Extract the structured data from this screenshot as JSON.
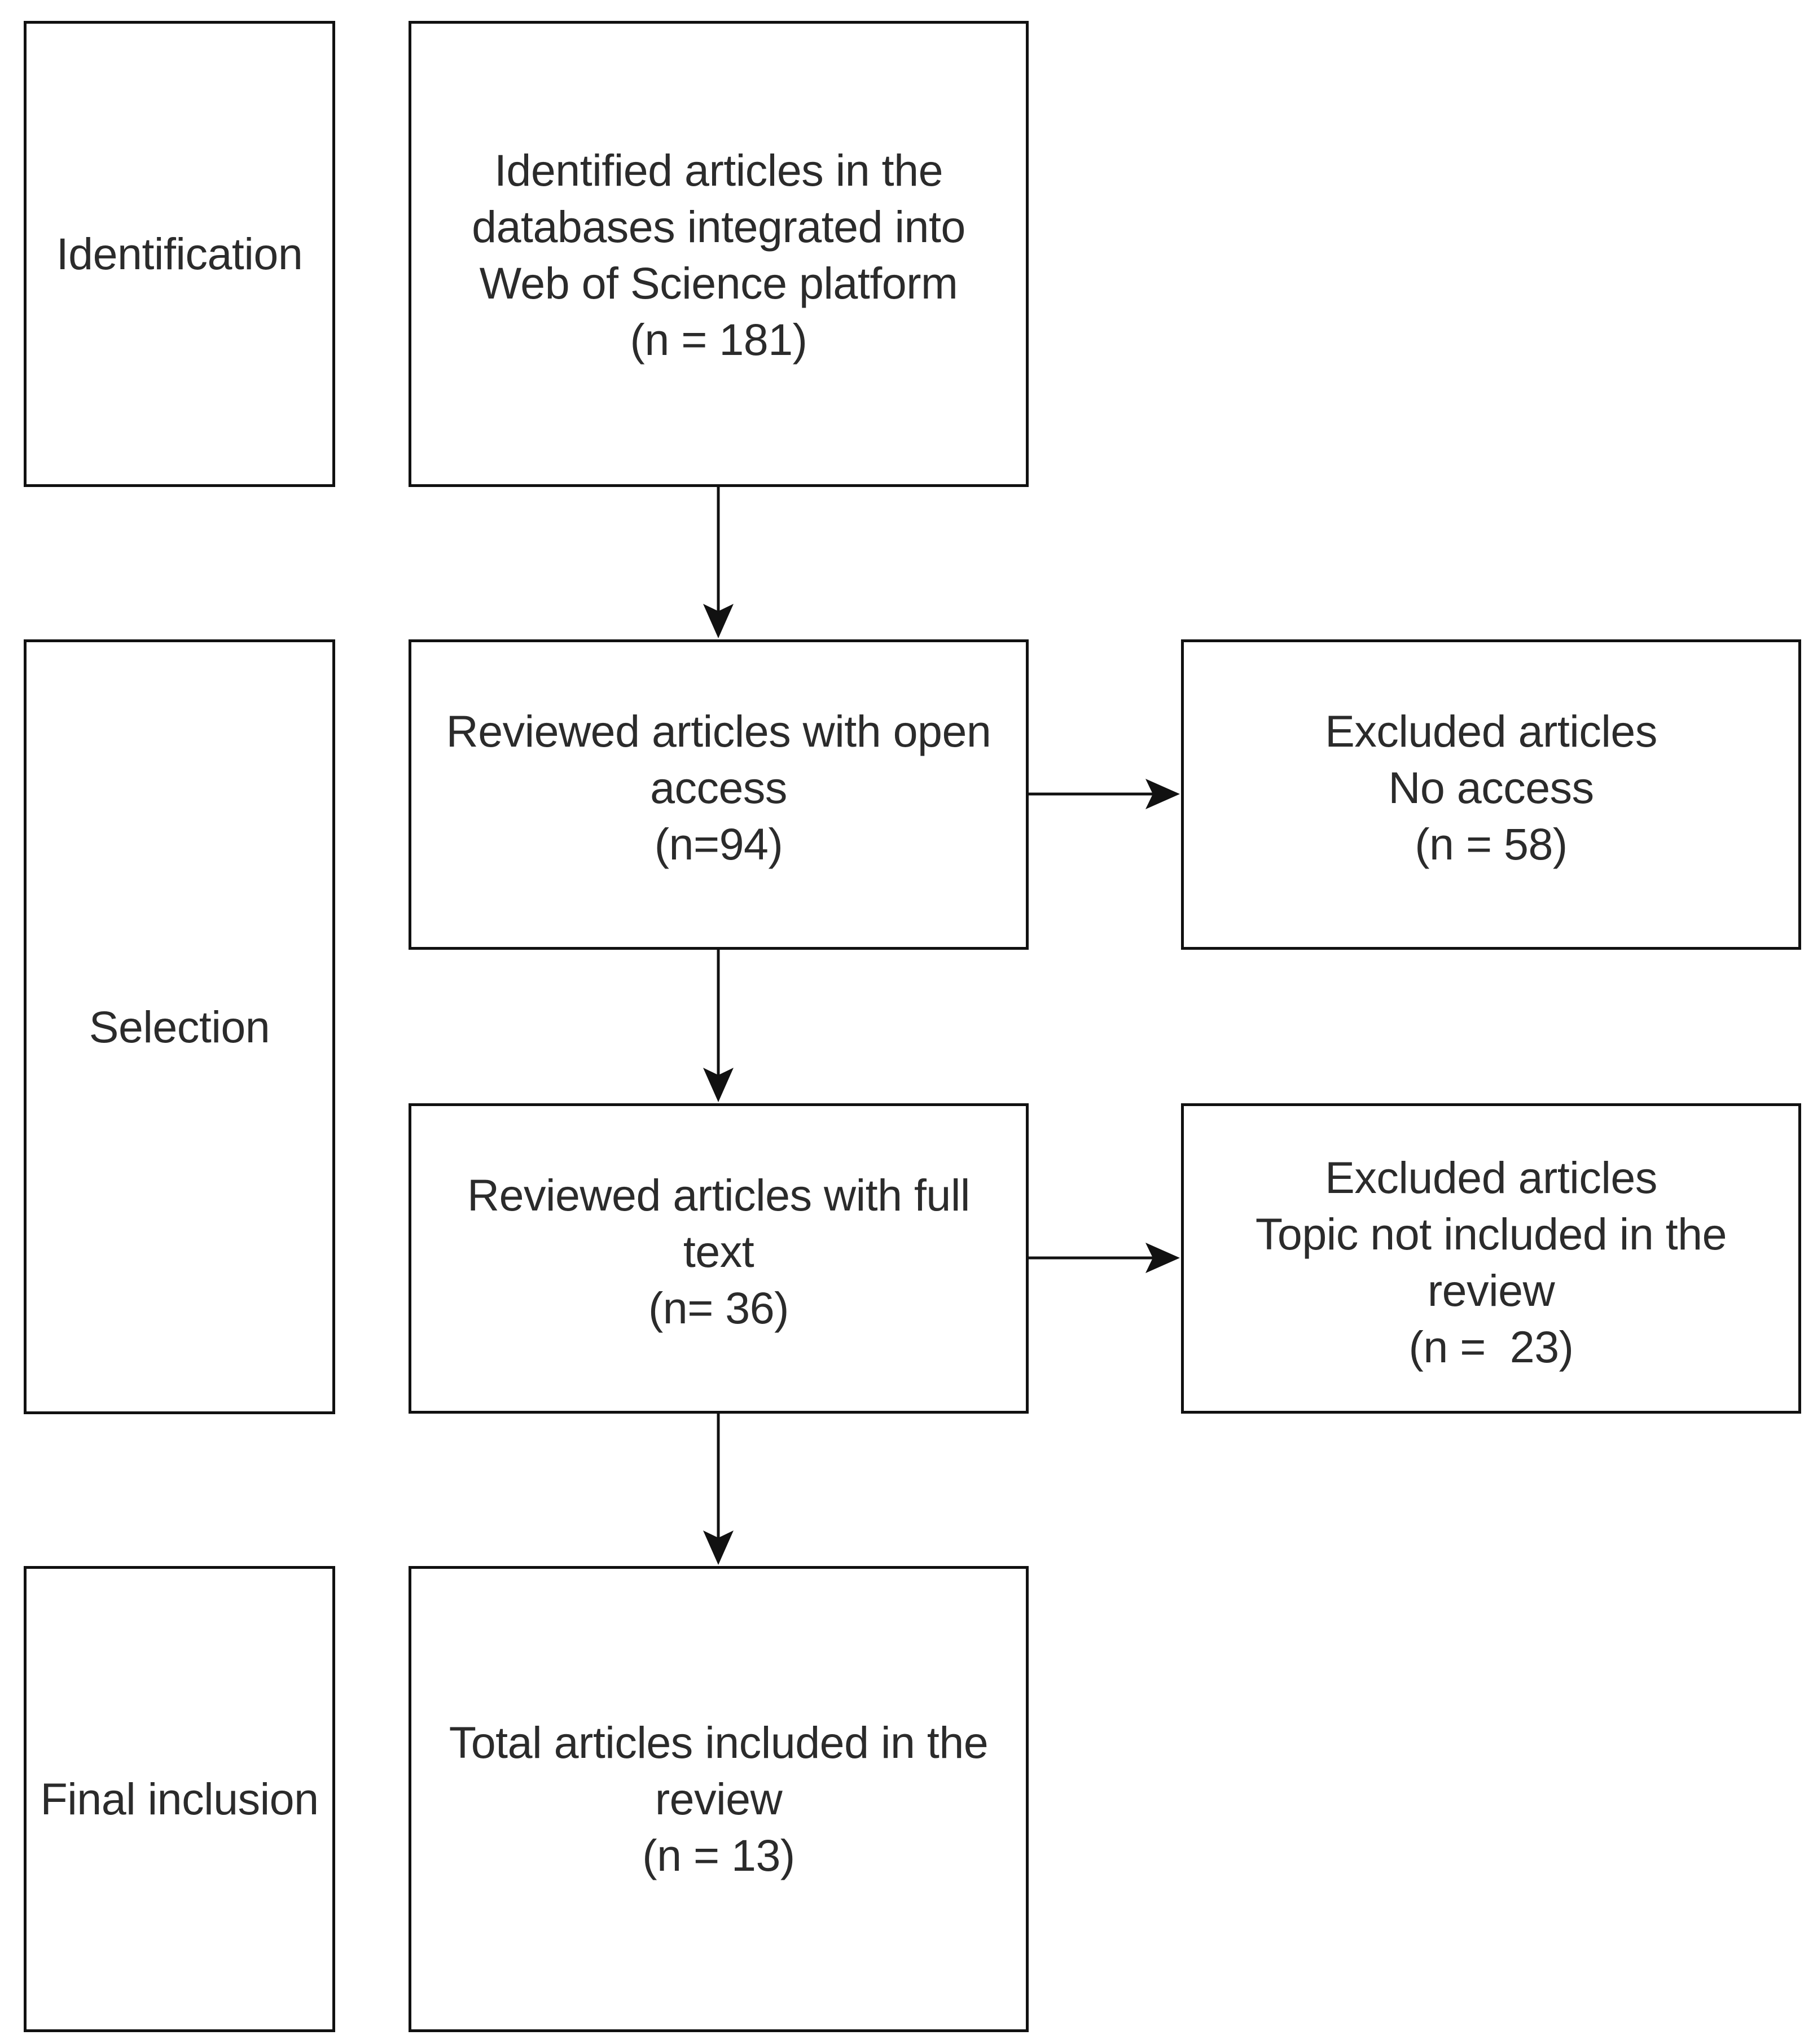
{
  "stages": {
    "identification": {
      "label": "Identification"
    },
    "selection": {
      "label": "Selection"
    },
    "final_inclusion": {
      "label": "Final inclusion"
    }
  },
  "boxes": {
    "identified": {
      "line1": "Identified articles in the",
      "line2": "databases integrated into",
      "line3": "Web of Science platform",
      "count": "(n = 181)"
    },
    "open_access": {
      "line1": "Reviewed articles with open",
      "line2": "access",
      "count": "(n=94)"
    },
    "excluded_no_access": {
      "line1": "Excluded articles",
      "line2": "No access",
      "count": "(n = 58)"
    },
    "full_text": {
      "line1": "Reviewed articles with full",
      "line2": "text",
      "count": "(n= 36)"
    },
    "excluded_topic": {
      "line1": "Excluded articles",
      "line2": "Topic not included in the",
      "line3": "review",
      "count": "(n =  23)"
    },
    "total_included": {
      "line1": "Total articles included in the",
      "line2": "review",
      "count": "(n = 13)"
    }
  }
}
